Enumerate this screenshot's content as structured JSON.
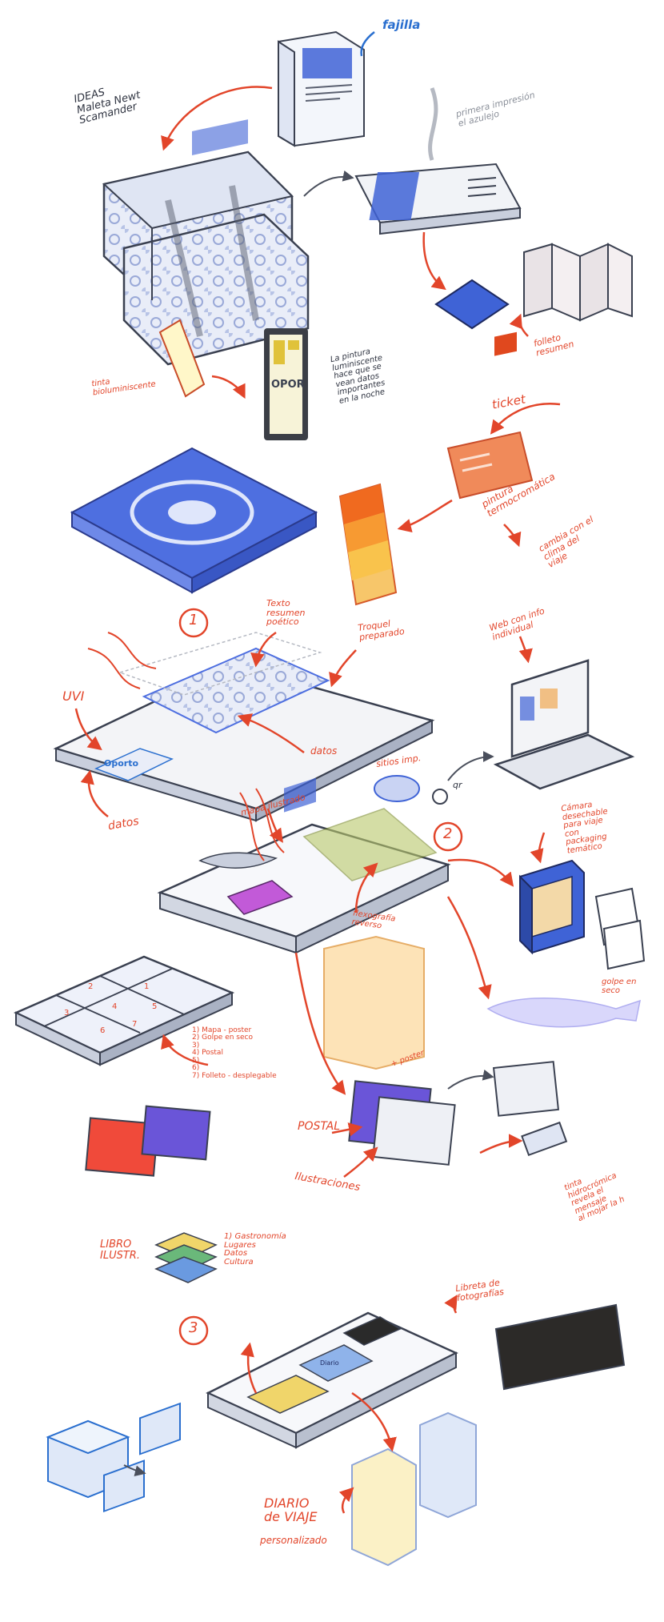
{
  "colors": {
    "annotation": "#e2452a",
    "tile_blue": "#3f63d6",
    "ink": "#3a4050",
    "fajilla_label": "#2a6fcf",
    "gray_note": "#8a8f99"
  },
  "labels": {
    "fajilla": "fajilla",
    "ideas": "IDEAS\nMaleta Newt\nScamander",
    "primera_impresion": "primera impresión\nel azulejo",
    "folleto_resumen": "folleto\nresumen",
    "tinta_bioluminiscente": "tinta\nbioluminiscente",
    "pintura_luminiscente": "La pintura\nluminiscente\nhace que se\nvean datos\nimportantes\nen la noche",
    "ticket": "ticket",
    "pintura_termocromatica": "pintura\ntermocromática",
    "cambia_clima": "cambia con el\nclima del\nviaje",
    "step_1": "1",
    "texto_resumen": "Texto\nresumen\npoético",
    "troquel": "Troquel\npreparado",
    "uvi": "UVI",
    "datos_1": "datos",
    "datos_2": "datos",
    "web": "Web con info\nindividual",
    "sitios_imp": "sitios imp.",
    "qr": "qr",
    "mapa_ilustrado": "mapa ilustrado",
    "step_2": "2",
    "camara": "Cámara\ndesechable\npara viaje\ncon\npackaging\ntemático",
    "flexografia": "flexografía\nreverso",
    "golpe_en_seco": "golpe en\nseco",
    "legend_list": "1) Mapa - poster\n2) Golpe en seco\n3)\n4) Postal\n5)\n6)\n7) Folleto - desplegable",
    "poster": "+ poster",
    "postal": "POSTAL",
    "ilustraciones": "Ilustraciones",
    "tinta_hidrocromica": "tinta\nhidrocrómica\nrevela el\nmensaje\nal mojar la h",
    "libro_ilustr": "LIBRO\nILUSTR.",
    "libro_items": "1) Gastronomía\nLugares\nDatos\nCultura",
    "step_3": "3",
    "libreta_fotografias": "Libreta de\nfotografías",
    "diario_viaje": "DIARIO\nde VIAJE",
    "personalizado": "personalizado",
    "opor_text": "OPOR",
    "oporto_text": "Oporto",
    "diario_cover": "Diario",
    "legend_numbers": [
      "1",
      "2",
      "3",
      "4",
      "5",
      "6",
      "7"
    ]
  }
}
